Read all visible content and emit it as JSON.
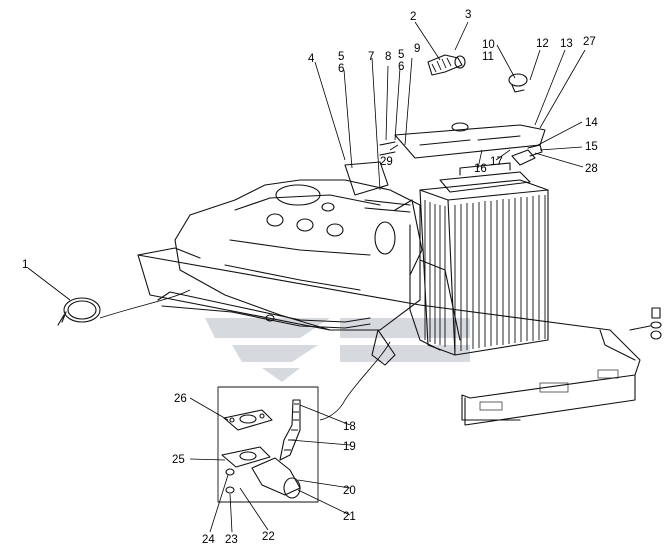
{
  "callouts": [
    {
      "key": "1",
      "text": "1"
    },
    {
      "key": "2",
      "text": "2"
    },
    {
      "key": "3",
      "text": "3"
    },
    {
      "key": "4",
      "text": "4"
    },
    {
      "key": "5a",
      "text": "5"
    },
    {
      "key": "6a",
      "text": "6"
    },
    {
      "key": "7",
      "text": "7"
    },
    {
      "key": "8",
      "text": "8"
    },
    {
      "key": "5b",
      "text": "5"
    },
    {
      "key": "6b",
      "text": "6"
    },
    {
      "key": "9",
      "text": "9"
    },
    {
      "key": "10",
      "text": "10"
    },
    {
      "key": "11",
      "text": "11"
    },
    {
      "key": "12",
      "text": "12"
    },
    {
      "key": "13",
      "text": "13"
    },
    {
      "key": "27",
      "text": "27"
    },
    {
      "key": "14",
      "text": "14"
    },
    {
      "key": "15",
      "text": "15"
    },
    {
      "key": "28",
      "text": "28"
    },
    {
      "key": "16",
      "text": "16"
    },
    {
      "key": "17",
      "text": "17"
    },
    {
      "key": "29",
      "text": "29"
    },
    {
      "key": "18",
      "text": "18"
    },
    {
      "key": "19",
      "text": "19"
    },
    {
      "key": "20",
      "text": "20"
    },
    {
      "key": "21",
      "text": "21"
    },
    {
      "key": "22",
      "text": "22"
    },
    {
      "key": "23",
      "text": "23"
    },
    {
      "key": "24",
      "text": "24"
    },
    {
      "key": "25",
      "text": "25"
    },
    {
      "key": "26",
      "text": "26"
    }
  ]
}
